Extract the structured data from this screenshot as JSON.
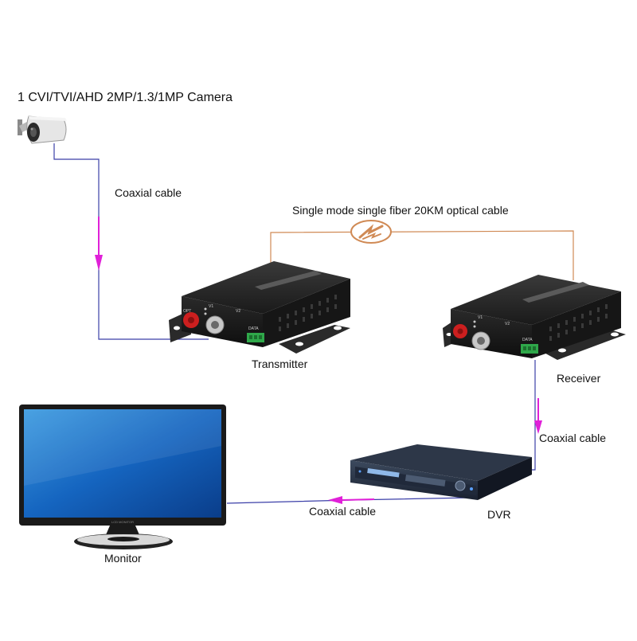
{
  "title": "1  CVI/TVI/AHD 2MP/1.3/1MP Camera",
  "labels": {
    "coax_camera": "Coaxial cable",
    "fiber": "Single mode single fiber 20KM optical cable",
    "transmitter": "Transmitter",
    "receiver": "Receiver",
    "coax_receiver": "Coaxial cable",
    "dvr": "DVR",
    "coax_monitor": "Coaxial cable",
    "monitor": "Monitor"
  },
  "devices": {
    "port_labels": {
      "v1": "V1",
      "v2": "V2",
      "data": "DATA",
      "opt": "OPT"
    },
    "monitor_brand": "LCD MONITOR"
  },
  "colors": {
    "coax_line": "#3b3fa8",
    "fiber_line": "#d08a55",
    "arrow": "#e020d8",
    "device_body": "#1c1c1c",
    "fiber_connector": "#cc1f1f",
    "terminal_block": "#2fa84a"
  },
  "icons": [
    "camera-icon",
    "fiber-link-icon",
    "transmitter-icon",
    "receiver-icon",
    "dvr-icon",
    "monitor-icon"
  ]
}
